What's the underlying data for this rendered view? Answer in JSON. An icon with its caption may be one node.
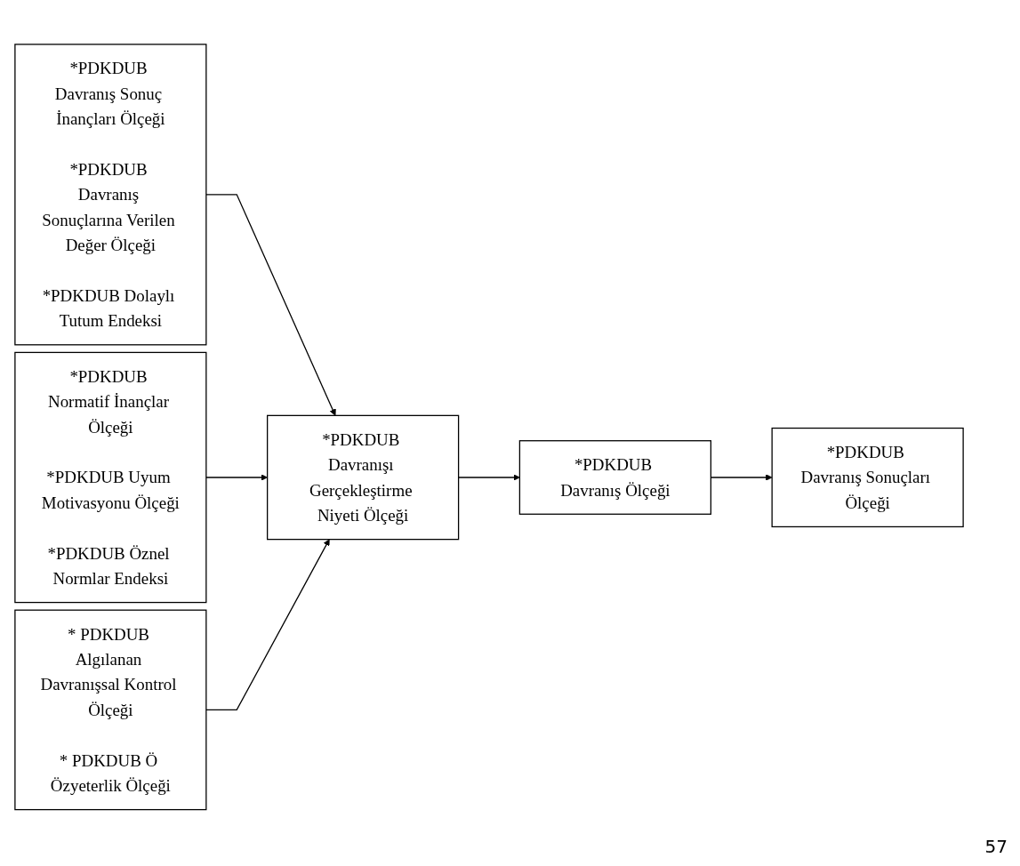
{
  "diagram": {
    "nodes": [
      {
        "text": [
          "*PDKDUB Davranış Sonuç İnançları Ölçeği",
          "*PDKDUB Davranış Sonuçlarına Verilen Değer Ölçeği",
          "*PDKDUB Dolaylı Tutum Endeksi"
        ]
      },
      {
        "text": [
          "*PDKDUB Normatif İnançlar Ölçeği",
          "*PDKDUB Uyum Motivasyonu Ölçeği",
          "*PDKDUB Öznel Normlar Endeksi"
        ]
      },
      {
        "text": [
          "* PDKDUB Algılanan Davranışsal Kontrol Ölçeği",
          "* PDKDUB Ö Özyeterlik Ölçeği"
        ]
      },
      {
        "text": [
          "*PDKDUB Davranışı Gerçekleştirme Niyeti Ölçeği"
        ]
      },
      {
        "text": [
          "*PDKDUB Davranış Ölçeği"
        ]
      },
      {
        "text": [
          "*PDKDUB Davranış Sonuçları Ölçeği"
        ]
      }
    ],
    "edges": [
      {
        "from": 0,
        "to": 3,
        "arrow": "to"
      },
      {
        "from": 1,
        "to": 3,
        "arrow": "to"
      },
      {
        "from": 2,
        "to": 3,
        "arrow": "to"
      },
      {
        "from": 3,
        "to": 4,
        "arrow": "to"
      },
      {
        "from": 4,
        "to": 5,
        "arrow": "to"
      }
    ],
    "labels": [
      "57"
    ]
  }
}
